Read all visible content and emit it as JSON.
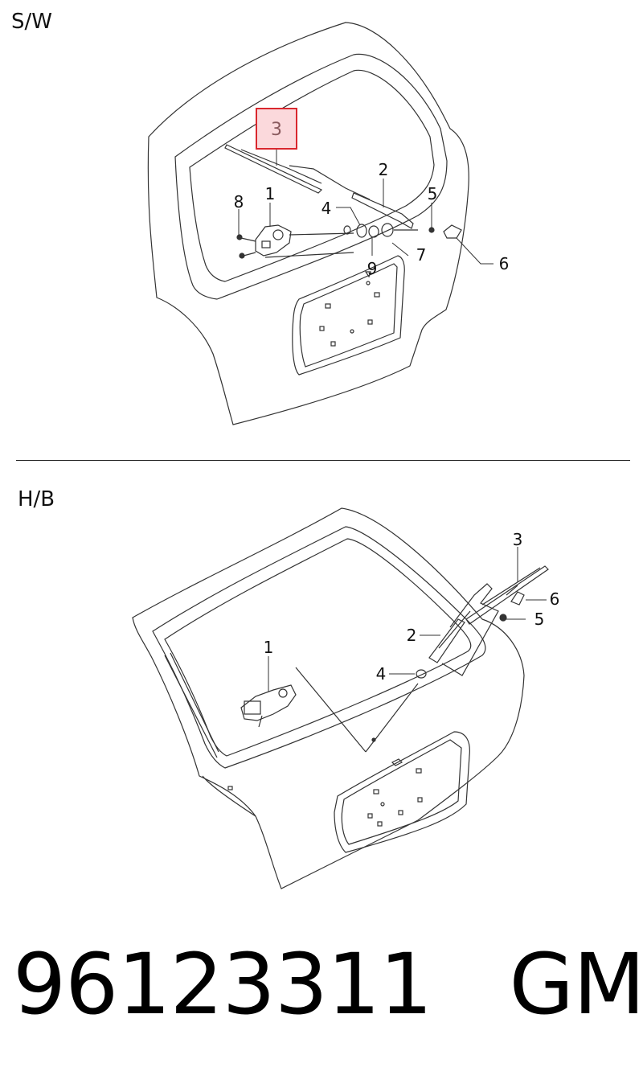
{
  "sections": {
    "sw": {
      "title": "S/W",
      "highlight_label": "3",
      "callouts": [
        "1",
        "2",
        "4",
        "5",
        "6",
        "7",
        "8",
        "9"
      ]
    },
    "hb": {
      "title": "H/B",
      "callouts": [
        "1",
        "2",
        "3",
        "4",
        "5",
        "6"
      ]
    }
  },
  "footer": {
    "part_number": "96123311",
    "brand": "GM"
  },
  "colors": {
    "highlight_stroke": "#d9272e",
    "highlight_fill": "#fbd9dc"
  }
}
